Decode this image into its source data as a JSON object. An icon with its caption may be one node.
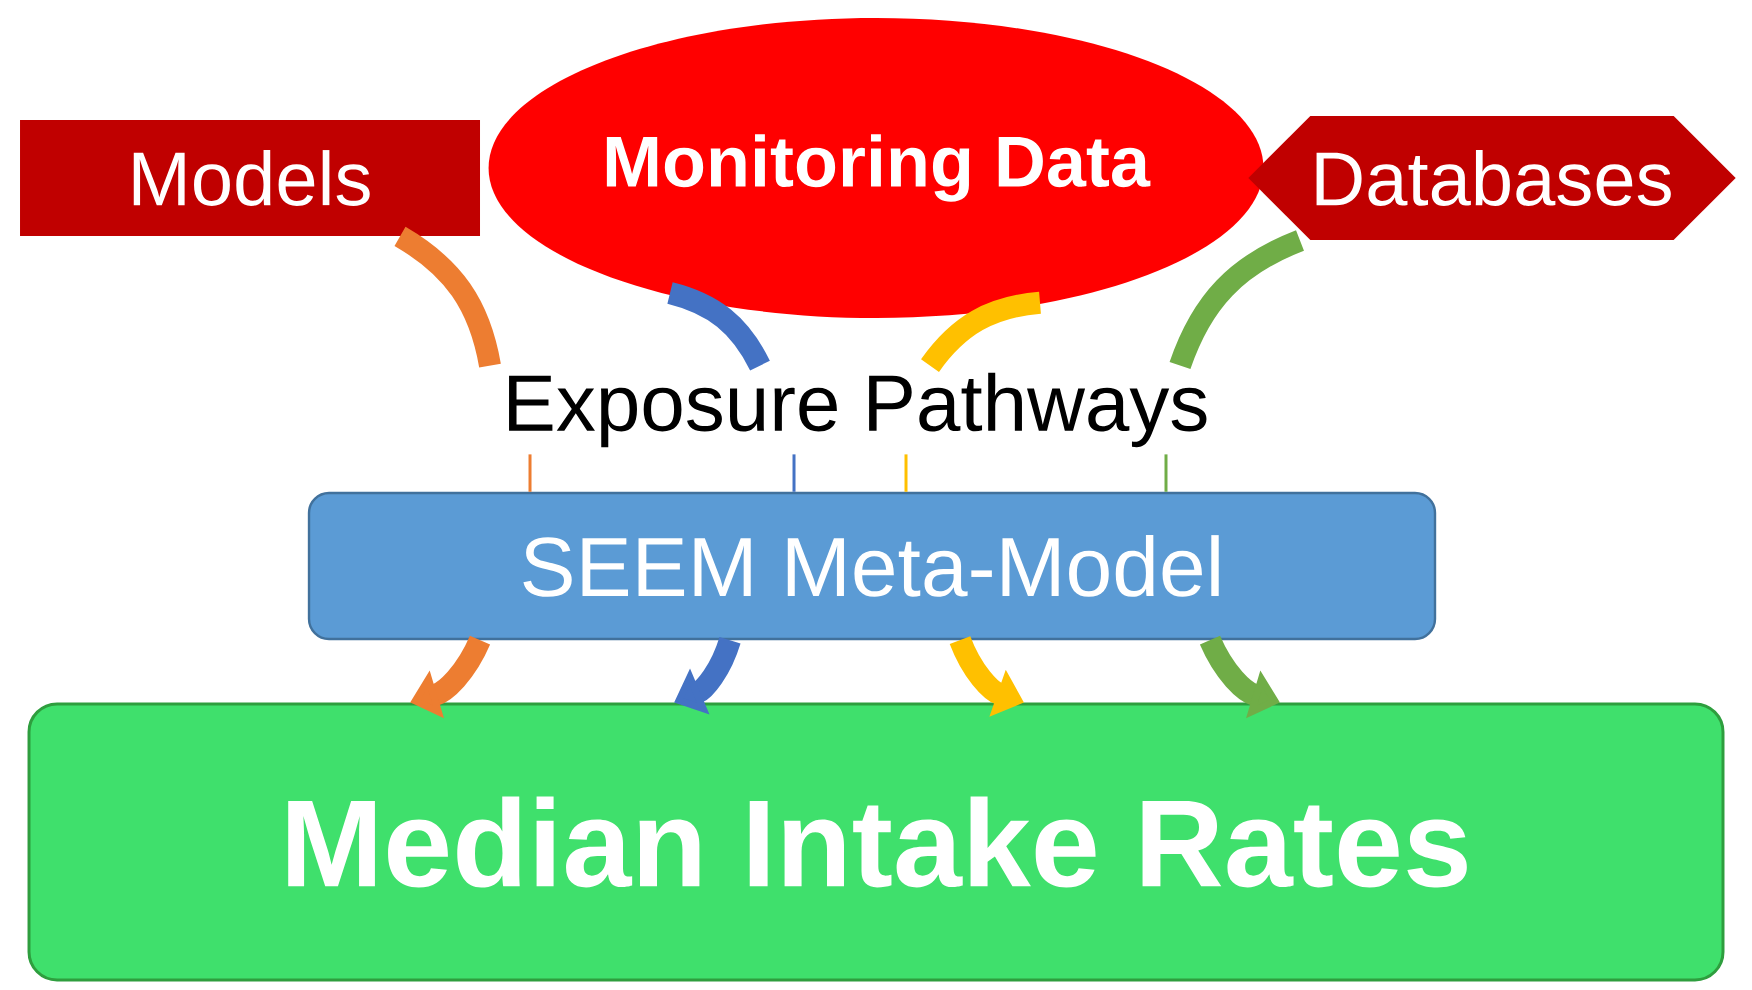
{
  "diagram": {
    "nodes": [
      {
        "text": [
          "Models"
        ]
      },
      {
        "text": [
          "Monitoring Data"
        ]
      },
      {
        "text": [
          "Databases"
        ]
      },
      {
        "text": [
          "Exposure Pathways"
        ]
      },
      {
        "text": [
          "SEEM Meta-Model"
        ]
      },
      {
        "text": [
          "Median Intake Rates"
        ]
      }
    ],
    "edges": [
      {
        "from": 0,
        "to": 3,
        "arrow": "none",
        "color": "#ed7d31"
      },
      {
        "from": 1,
        "to": 3,
        "arrow": "none",
        "color": "#4472c4"
      },
      {
        "from": 1,
        "to": 3,
        "arrow": "none",
        "color": "#ffc000"
      },
      {
        "from": 2,
        "to": 3,
        "arrow": "none",
        "color": "#70ad47"
      },
      {
        "from": 3,
        "to": 4,
        "arrow": "none",
        "color": "#ed7d31"
      },
      {
        "from": 3,
        "to": 4,
        "arrow": "none",
        "color": "#4472c4"
      },
      {
        "from": 3,
        "to": 4,
        "arrow": "none",
        "color": "#ffc000"
      },
      {
        "from": 3,
        "to": 4,
        "arrow": "none",
        "color": "#70ad47"
      },
      {
        "from": 4,
        "to": 5,
        "arrow": "to",
        "color": "#ed7d31"
      },
      {
        "from": 4,
        "to": 5,
        "arrow": "to",
        "color": "#4472c4"
      },
      {
        "from": 4,
        "to": 5,
        "arrow": "to",
        "color": "#ffc000"
      },
      {
        "from": 4,
        "to": 5,
        "arrow": "to",
        "color": "#70ad47"
      }
    ]
  }
}
